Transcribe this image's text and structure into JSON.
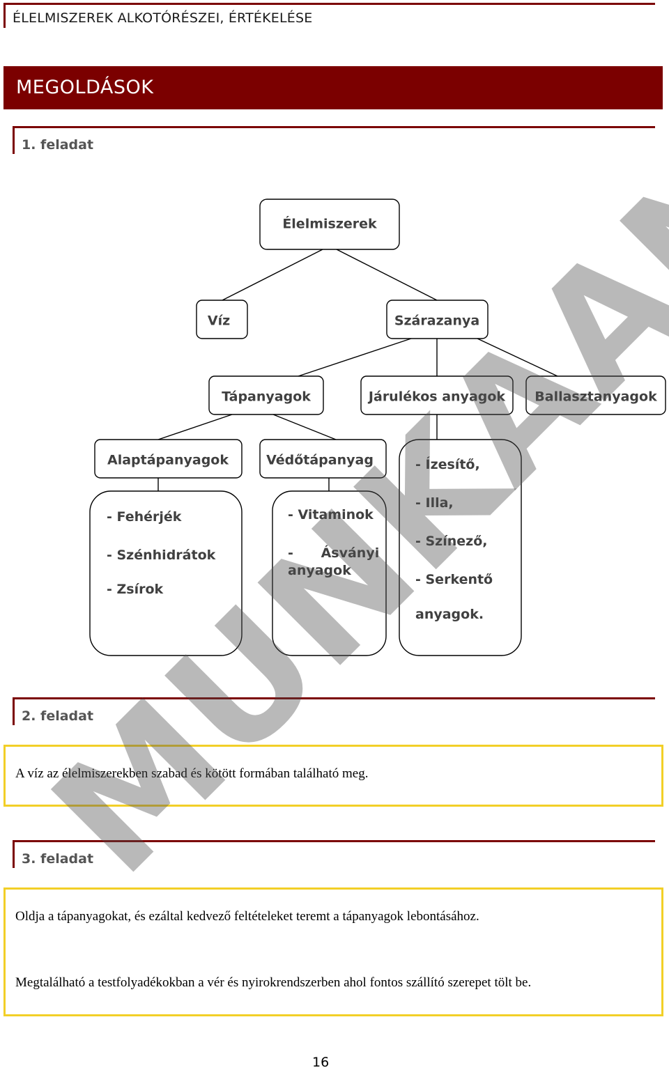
{
  "header": {
    "title": "ÉLELMISZEREK ALKOTÓRÉSZEI, ÉRTÉKELÉSE"
  },
  "banner": {
    "title": "MEGOLDÁSOK"
  },
  "tasks": [
    {
      "label": "1. feladat"
    },
    {
      "label": "2. feladat",
      "answer": "A víz az élelmiszerekben szabad és kötött formában található meg."
    },
    {
      "label": "3. feladat",
      "answer_lines": [
        "Oldja a tápanyagokat, és ezáltal kedvező feltételeket teremt a tápanyagok lebontásához.",
        "Megtalálható a testfolyadékokban a vér és nyirokrendszerben ahol fontos szállító szerepet tölt be."
      ]
    }
  ],
  "diagram": {
    "root": "Élelmiszerek",
    "water": "Víz",
    "dry": "Szárazanya",
    "nutrients": "Tápanyagok",
    "accessory": "Járulékos anyagok",
    "ballast": "Ballasztanyagok",
    "basic": "Alaptápanyagok",
    "protective": "Védőtápanyag",
    "basic_items": [
      "- Fehérjék",
      "- Szénhidrátok",
      "- Zsírok"
    ],
    "protective_items": [
      "- Vitaminok",
      "-      Ásványi",
      "anyagok"
    ],
    "accessory_items": [
      "- Ízesítő,",
      "- Illa,",
      "- Színező,",
      "- Serkentő",
      "anyagok."
    ]
  },
  "watermark": "MUNKAANYAG",
  "page_number": "16",
  "colors": {
    "accent": "#7b0000",
    "answer_border": "#f2cf27"
  }
}
